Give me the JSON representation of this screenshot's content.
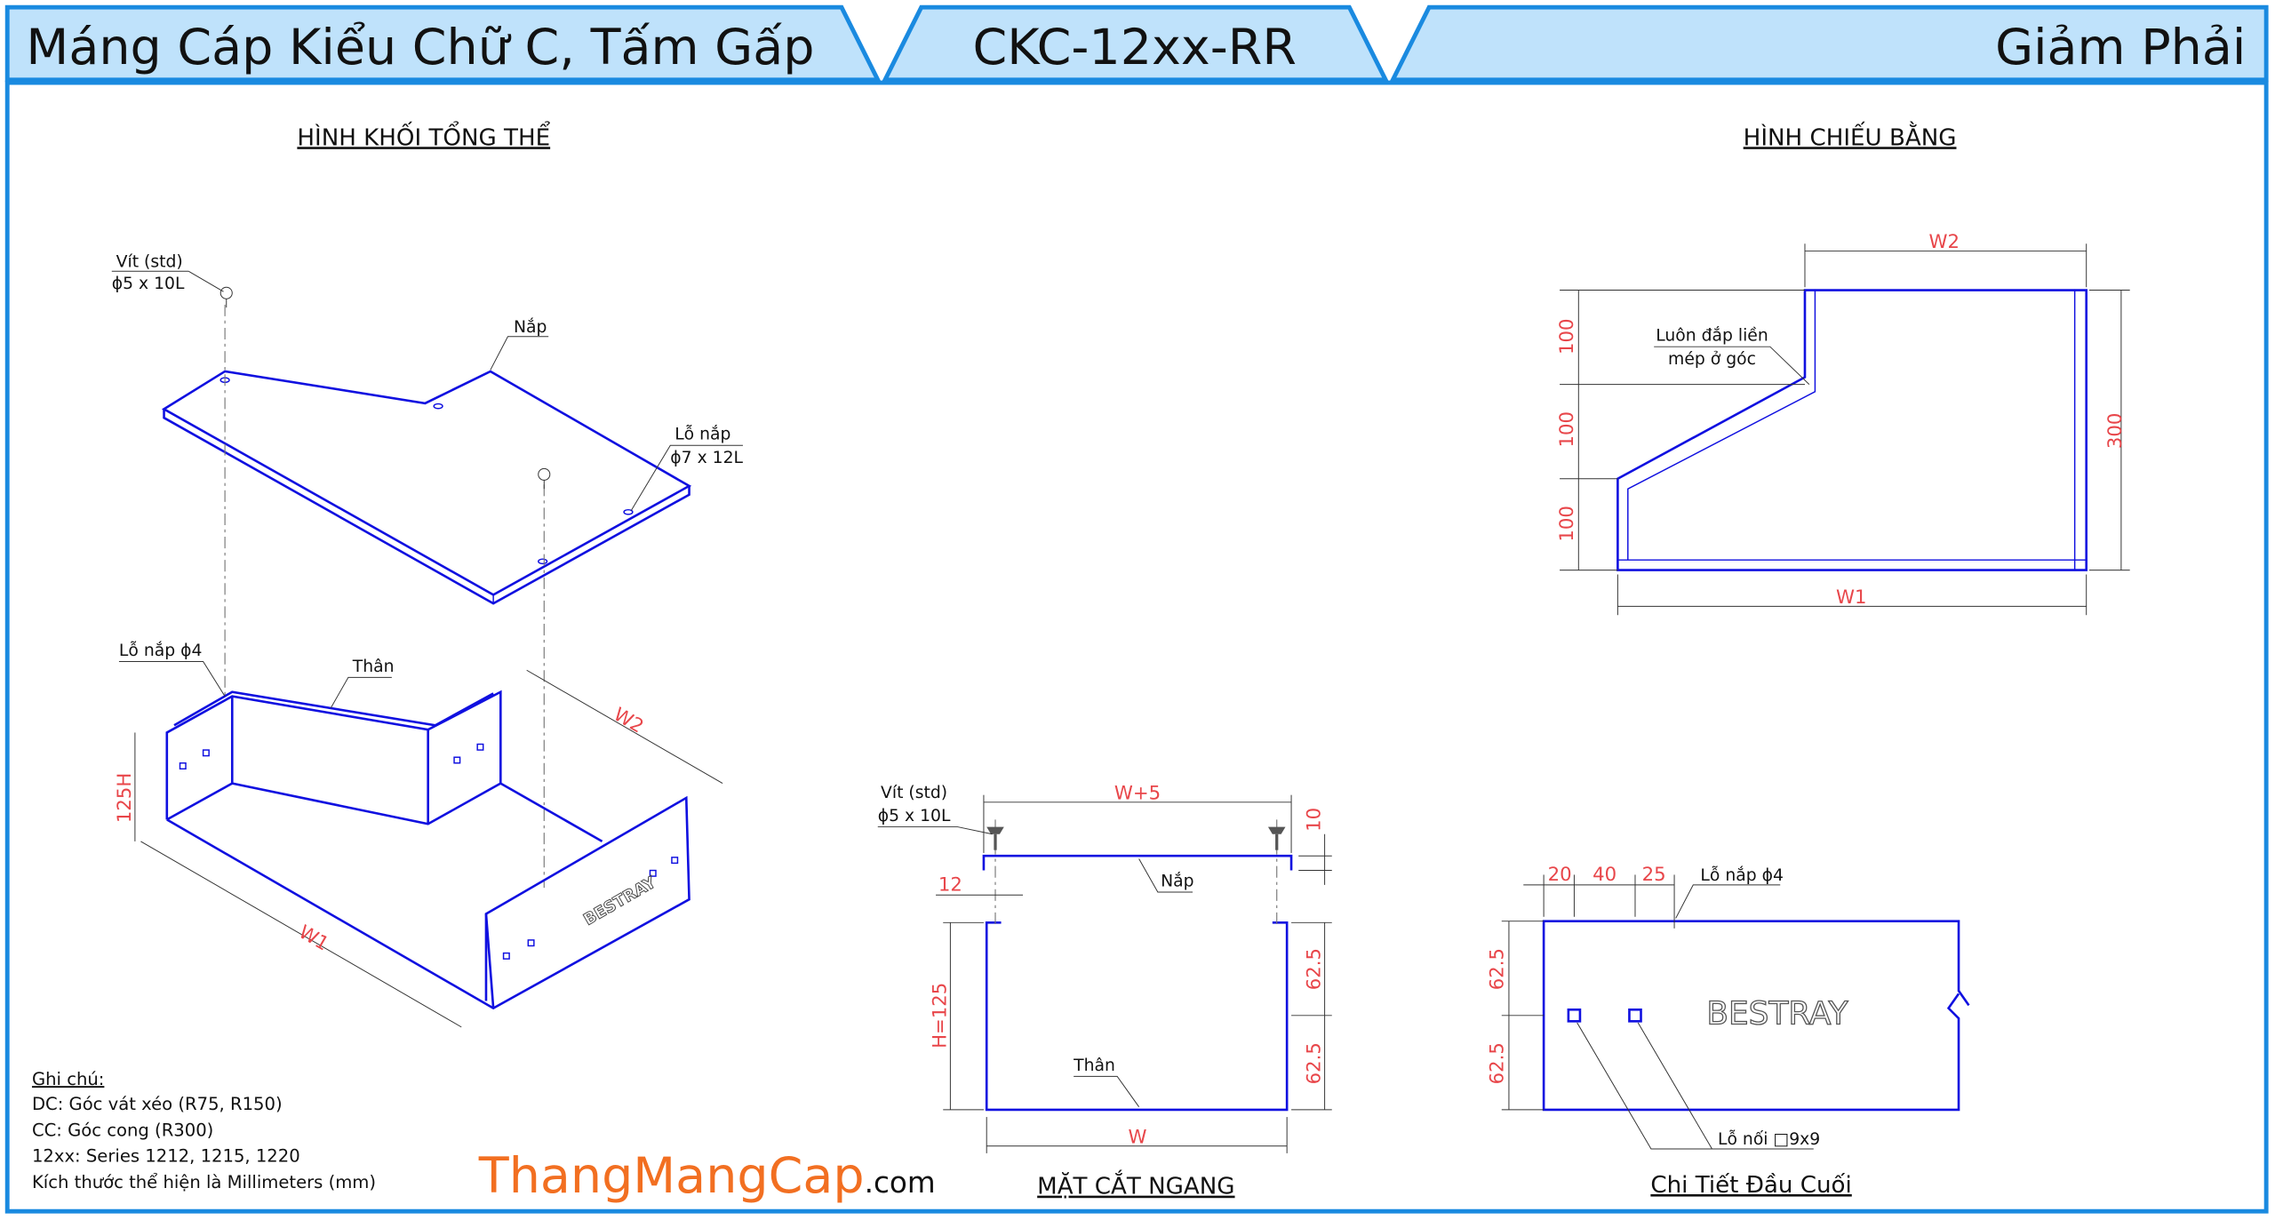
{
  "header": {
    "title": "Máng Cáp Kiểu Chữ C, Tấm Gấp",
    "code": "CKC-12xx-RR",
    "type": "Giảm Phải",
    "colors": {
      "fill": "#bfe2fb",
      "border": "#1a8ae0",
      "drawing": "#1010e0",
      "dimension": "#e8464a"
    }
  },
  "iso_view": {
    "title": "HÌNH KHỐI TỔNG THỂ",
    "screw_label": "Vít (std)",
    "screw_size": "ϕ5 x 10L",
    "cover_label": "Nắp",
    "cover_hole_label": "Lỗ nắp",
    "cover_hole_size": "ϕ7 x 12L",
    "body_hole_label": "Lỗ nắp ϕ4",
    "body_label": "Thân",
    "dim_height": "125H",
    "dim_w1": "W1",
    "dim_w2": "W2",
    "logo": "BESTRAY"
  },
  "plan_view": {
    "title": "HÌNH CHIẾU BẰNG",
    "dim_w2": "W2",
    "dim_w1": "W1",
    "dim_300": "300",
    "dim_left": [
      "100",
      "100",
      "100"
    ],
    "note_line1": "Luôn đắp liền",
    "note_line2": "mép ở góc"
  },
  "section_view": {
    "title": "MẶT CẮT NGANG",
    "screw_label": "Vít (std)",
    "screw_size": "ϕ5 x 10L",
    "dim_top": "W+5",
    "dim_10": "10",
    "dim_12": "12",
    "cover_label": "Nắp",
    "dim_h": "H=125",
    "dim_upper": "62.5",
    "dim_lower": "62.5",
    "body_label": "Thân",
    "dim_w": "W"
  },
  "end_detail": {
    "title": "Chi Tiết Đầu Cuối",
    "dims": [
      "20",
      "40",
      "25"
    ],
    "hole_label": "Lỗ nắp ϕ4",
    "dim_upper": "62.5",
    "dim_lower": "62.5",
    "joint_label": "Lỗ nối □9x9",
    "logo": "BESTRAY"
  },
  "notes": {
    "heading": "Ghi chú:",
    "lines": [
      "DC: Góc vát xéo (R75, R150)",
      "CC: Góc cong (R300)",
      "12xx: Series 1212, 1215, 1220",
      "Kích thước thể hiện là Millimeters (mm)"
    ]
  },
  "brand": {
    "name": "ThangMangCap",
    "suffix": ".com",
    "color": "#f26f21"
  }
}
